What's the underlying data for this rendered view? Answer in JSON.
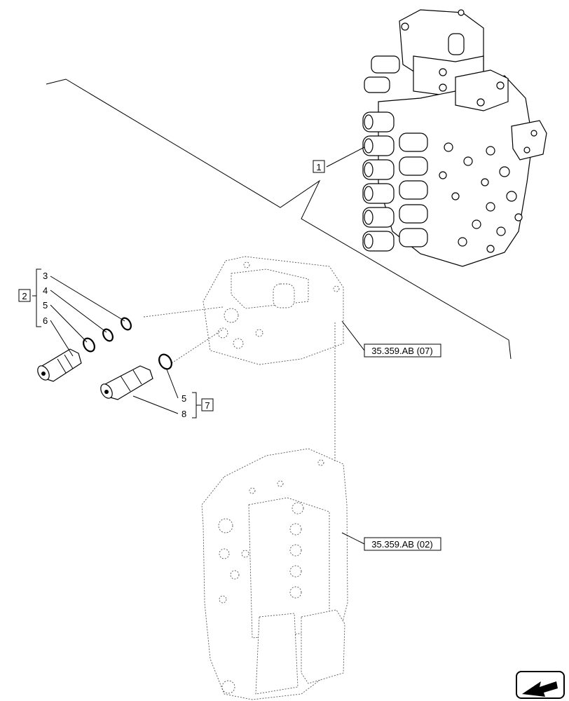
{
  "callouts": {
    "c1": "1",
    "c2": "2",
    "c7": "7",
    "ref_upper": "35.359.AB (07)",
    "ref_lower": "35.359.AB (02)"
  },
  "item_numbers": {
    "n3": "3",
    "n4": "4",
    "n5a": "5",
    "n6": "6",
    "n5b": "5",
    "n8": "8"
  },
  "icons": {
    "nav": "arrow-icon"
  }
}
